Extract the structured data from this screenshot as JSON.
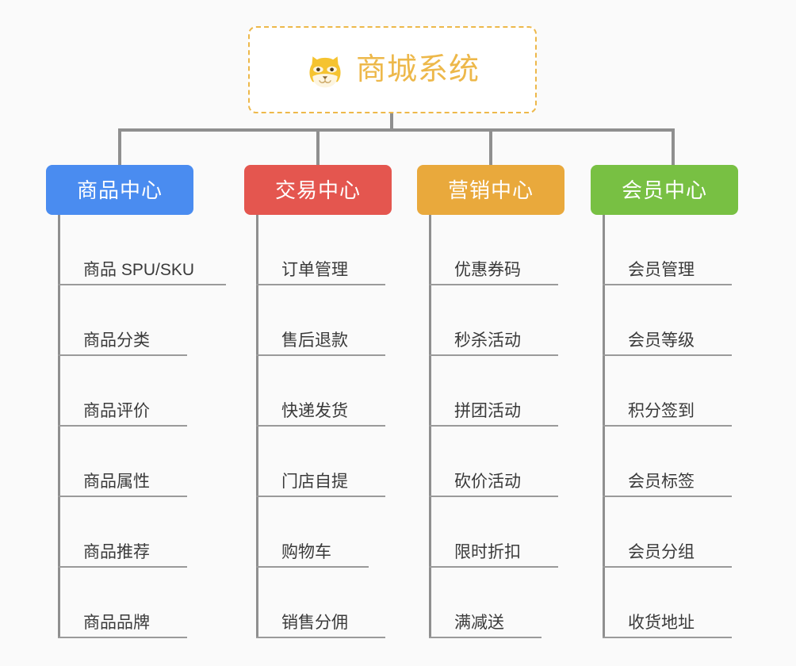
{
  "page": {
    "background_color": "#fafafa",
    "type": "org-chart"
  },
  "root": {
    "title": "商城系统",
    "icon": "shiba-dog-emoji",
    "text_color": "#edb84a",
    "border_color": "#edb84a",
    "background_color": "#ffffff"
  },
  "connector": {
    "color": "#8f8f8f"
  },
  "columns": [
    {
      "label": "商品中心",
      "color": "#4a8cf0",
      "items": [
        {
          "label": "商品 SPU/SKU",
          "underline_width": 212
        },
        {
          "label": "商品分类",
          "underline_width": 163
        },
        {
          "label": "商品评价",
          "underline_width": 163
        },
        {
          "label": "商品属性",
          "underline_width": 163
        },
        {
          "label": "商品推荐",
          "underline_width": 163
        },
        {
          "label": "商品品牌",
          "underline_width": 163
        }
      ]
    },
    {
      "label": "交易中心",
      "color": "#e4564f",
      "items": [
        {
          "label": "订单管理",
          "underline_width": 163
        },
        {
          "label": "售后退款",
          "underline_width": 163
        },
        {
          "label": "快递发货",
          "underline_width": 163
        },
        {
          "label": "门店自提",
          "underline_width": 163
        },
        {
          "label": "购物车",
          "underline_width": 142
        },
        {
          "label": "销售分佣",
          "underline_width": 163
        }
      ]
    },
    {
      "label": "营销中心",
      "color": "#e9a93c",
      "items": [
        {
          "label": "优惠券码",
          "underline_width": 163
        },
        {
          "label": "秒杀活动",
          "underline_width": 163
        },
        {
          "label": "拼团活动",
          "underline_width": 163
        },
        {
          "label": "砍价活动",
          "underline_width": 163
        },
        {
          "label": "限时折扣",
          "underline_width": 163
        },
        {
          "label": "满减送",
          "underline_width": 142
        }
      ]
    },
    {
      "label": "会员中心",
      "color": "#78c043",
      "items": [
        {
          "label": "会员管理",
          "underline_width": 163
        },
        {
          "label": "会员等级",
          "underline_width": 163
        },
        {
          "label": "积分签到",
          "underline_width": 163
        },
        {
          "label": "会员标签",
          "underline_width": 163
        },
        {
          "label": "会员分组",
          "underline_width": 163
        },
        {
          "label": "收货地址",
          "underline_width": 163
        }
      ]
    }
  ]
}
